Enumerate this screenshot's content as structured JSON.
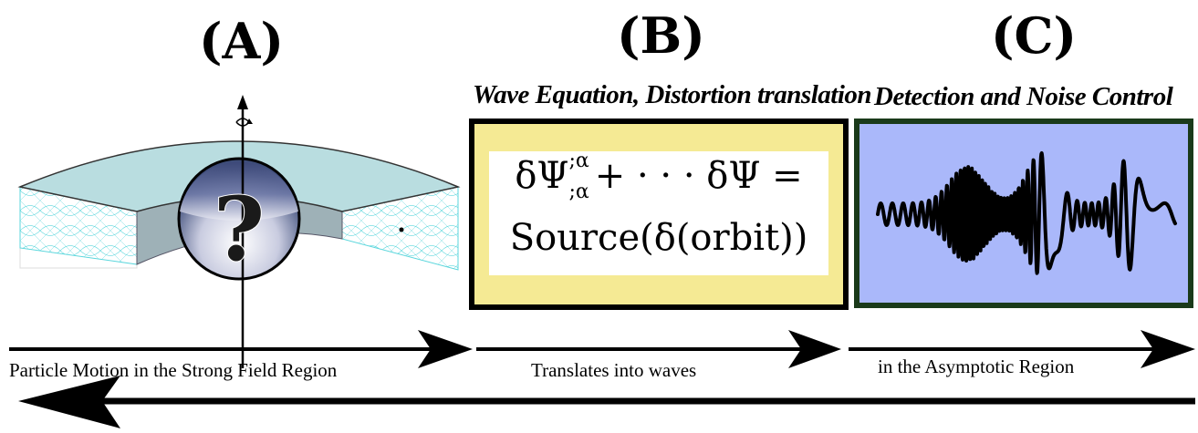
{
  "panels": {
    "a": {
      "label": "(A)"
    },
    "b": {
      "label": "(B)",
      "subtitle": "Wave Equation, Distortion translation"
    },
    "c": {
      "label": "(C)",
      "subtitle": "Detection and Noise Control"
    }
  },
  "equation": {
    "line1": "δΨ;α;α + ···δΨ =",
    "psi_prefix": "δΨ",
    "sup": ";α",
    "sub": ";α",
    "line1_rest": "+ · · · δΨ =",
    "line2": "Source(δ(orbit))"
  },
  "question_mark": "?",
  "arrows": {
    "a_caption": "Particle Motion in the Strong Field Region",
    "b_caption": "Translates into waves",
    "c_caption": "in the Asymptotic Region"
  },
  "colors": {
    "disk_top": "#b9dde0",
    "disk_inner": "#9eb1b7",
    "orbit_lines": "#5ad6dc",
    "box_b_fill": "#f5ea94",
    "box_c_fill": "#aab8fa",
    "box_c_border": "#1a3a1a"
  }
}
